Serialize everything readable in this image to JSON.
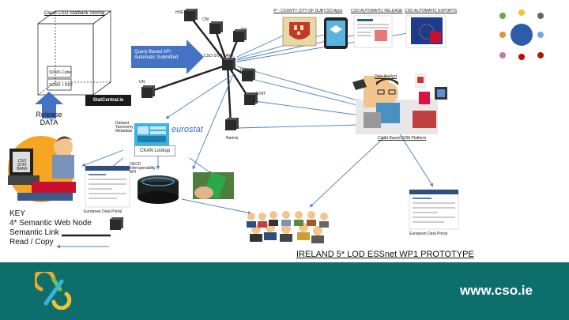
{
  "slide": {
    "cube_title": "Cleari CSO Statbank Storing",
    "cube_labels": [
      "SDMX-Cube",
      "SDMX + RDF"
    ],
    "query_box": "Query Based API Automatic Submitted",
    "release_label": "Release DATA",
    "statcentral": "StatCentral.ie",
    "node_labels": [
      "HSE",
      "CBI",
      "???",
      "CSO STATBANK",
      "UN",
      "IMDEC",
      "STAT",
      "Naricls",
      "eurostat"
    ],
    "top_labels": [
      "4* - COUNTY CITY OF DUB",
      "CSO Apps",
      "CSO AUTOMATIC RELEASE",
      "CSO AUTOMATIC EXPORTS"
    ],
    "data_analyst": "Data Analyst",
    "cloud_label": "Cloud Based SDM Platform",
    "small_labels": [
      "Dataset Taxonomy Metadata",
      "CKAN Lookup",
      "OECD Interoperability API"
    ],
    "portal_left": "European Data Portal",
    "portal_right": "European Data Portal",
    "key": {
      "title": "KEY",
      "items": [
        "4* Semantic Web Node",
        "Semantic Link",
        "Read / Copy"
      ]
    },
    "prototype_title": "IRELAND 5* LOD ESSnet WP1 PROTOTYPE",
    "screen_label": "CSO STAT BANK"
  },
  "footer": {
    "url": "www.cso.ie"
  },
  "colors": {
    "footer_bg": "#0e6e6c",
    "accent_blue": "#4472c4",
    "link_blue": "#4a7fc9"
  }
}
